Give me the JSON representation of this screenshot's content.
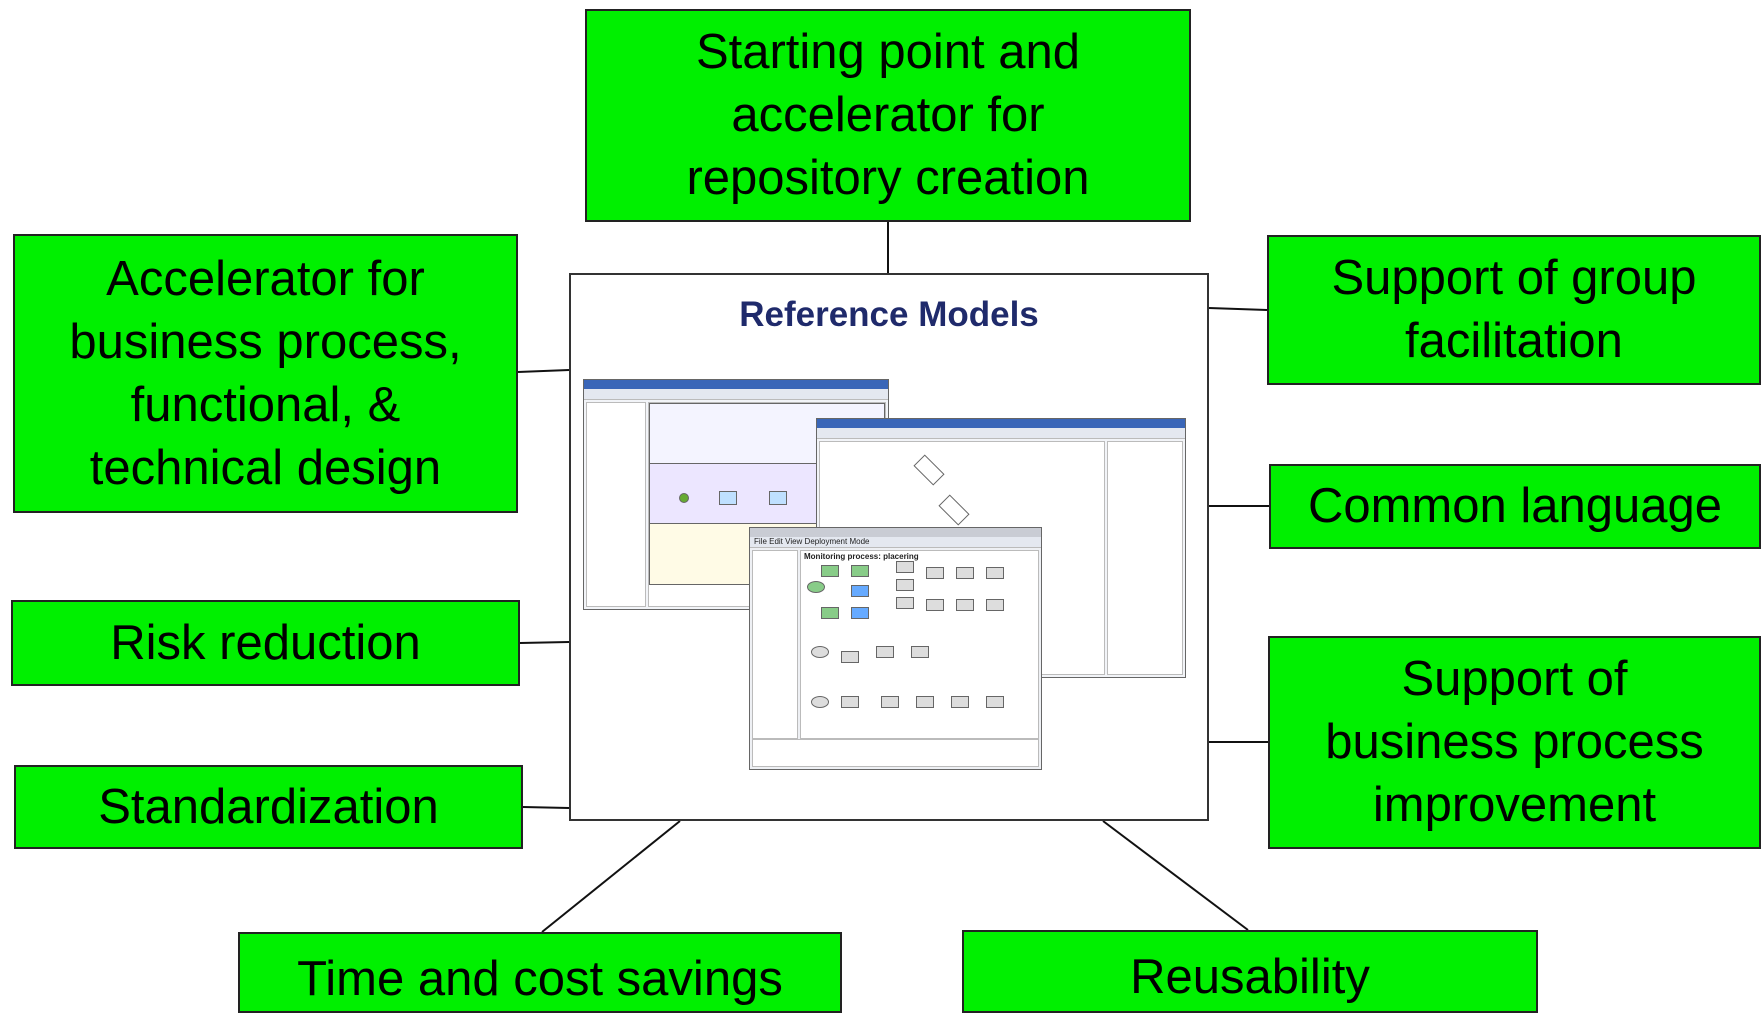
{
  "center": {
    "title": "Reference Models",
    "screenshot_menu": "File  Edit  View  Deployment  Mode",
    "screenshot_caption": "Monitoring process: placering"
  },
  "boxes": {
    "top": "Starting point and\naccelerator for\nrepository creation",
    "left_1": "Accelerator for\nbusiness process,\nfunctional, &\ntechnical design",
    "left_2": "Risk reduction",
    "left_3": "Standardization",
    "right_1": "Support of group\nfacilitation",
    "right_2": "Common language",
    "right_3": "Support of\nbusiness process\nimprovement",
    "bottom_1": "Time and cost savings",
    "bottom_2": "Reusability"
  },
  "colors": {
    "box_fill": "#00f000",
    "title_color": "#1f2a6b"
  }
}
